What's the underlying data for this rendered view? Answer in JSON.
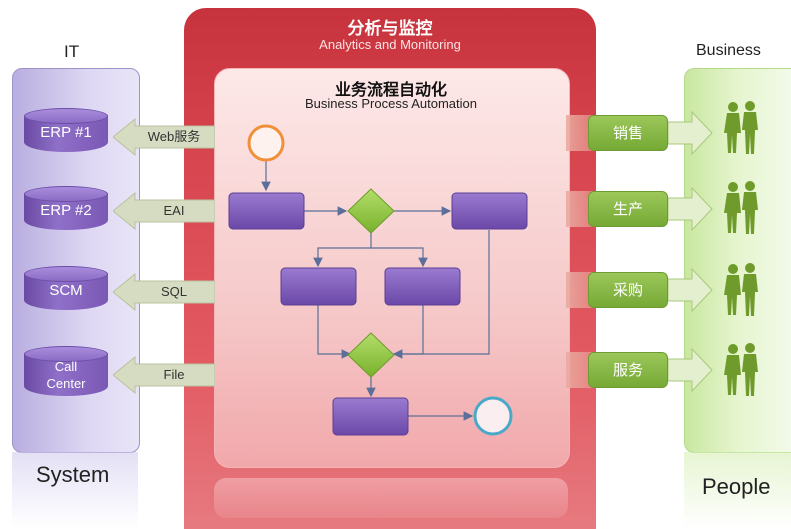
{
  "headers": {
    "it": "IT",
    "business": "Business",
    "system": "System",
    "people": "People",
    "analytics_cn": "分析与监控",
    "analytics_en": "Analytics and Monitoring",
    "bpa_cn": "业务流程自动化",
    "bpa_en": "Business Process Automation"
  },
  "systems": [
    {
      "label": "ERP #1"
    },
    {
      "label": "ERP #2"
    },
    {
      "label": "SCM"
    },
    {
      "label": "Call\nCenter"
    }
  ],
  "interfaces": [
    "Web服务",
    "EAI",
    "SQL",
    "File"
  ],
  "business_functions": [
    "销售",
    "生产",
    "采购",
    "服务"
  ],
  "colors": {
    "analytics_red": "#d84650",
    "bpa_pink": "#f6c9c9",
    "task_purple": "#7d5bb8",
    "gateway_green": "#8cc43c",
    "start_orange": "#f0903a",
    "end_blue": "#4aa8c8",
    "business_green": "#86b744"
  }
}
